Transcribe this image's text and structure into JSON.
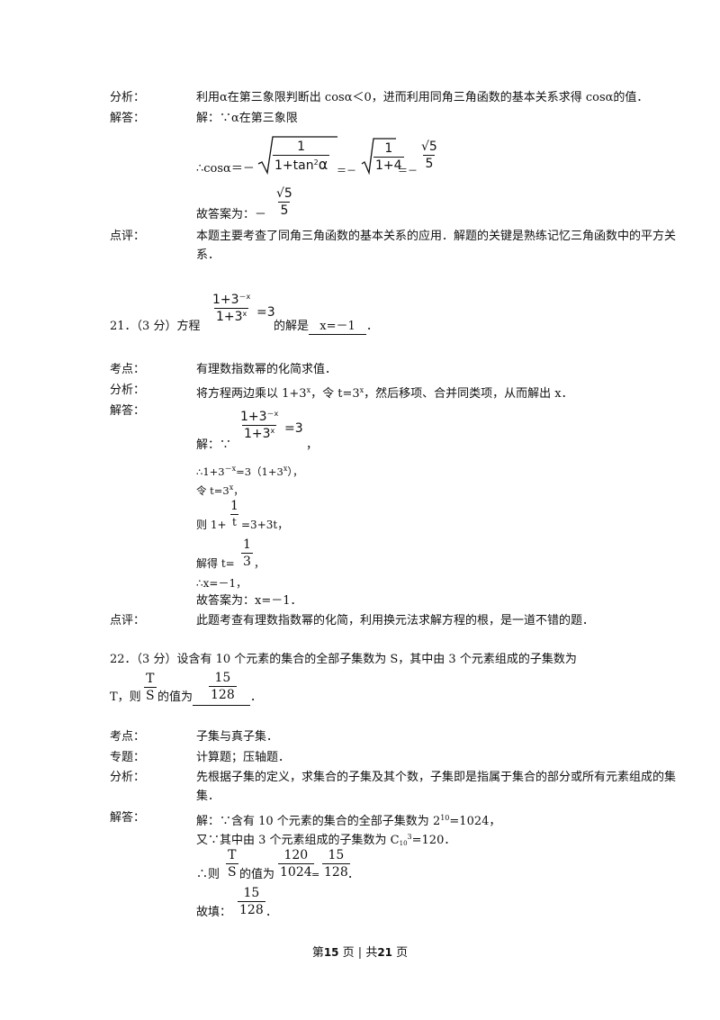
{
  "labels": {
    "fenxi": "分析：",
    "jieda": "解答：",
    "dianping": "点评：",
    "kaodian": "考点：",
    "zhuanti": "专题："
  },
  "q20": {
    "analysis_a": "利用α在第三象限判断出 cosα＜0，进而利用同角三角函数的基本关系求得 cosα的值．",
    "sol_line1": "解：∵α在第三象限",
    "cos_prefix": "∴cosα＝－",
    "num1": "1",
    "den1a": "1+tan",
    "den1b": "2",
    "den1c": "α",
    "eq_minus_1": "＝－",
    "num2": "1",
    "den2": "1+4",
    "eq_minus_2": "＝－",
    "num3": "5",
    "den3": "5",
    "answer_prefix": "故答案为：－",
    "ans_num": "5",
    "ans_den": "5",
    "comment_line1": "本题主要考查了同角三角函数的基本关系的应用．解题的关键是熟练记忆三角函数中的平方关",
    "comment_line2": "系．"
  },
  "q21": {
    "stem_prefix": "21．（3 分）方程",
    "eq_num_a": "1+3",
    "eq_num_b": "－x",
    "eq_den_a": "1+3",
    "eq_den_b": "x",
    "eq_rhs": "=3",
    "stem_suffix": "的解是",
    "answer": "x=－1",
    "stem_end": "．",
    "point": "有理数指数幂的化简求值．",
    "analysis_a": "将方程两边乘以 1+3",
    "analysis_sup1": "x",
    "analysis_b": "，令 t=3",
    "analysis_sup2": "x",
    "analysis_c": "，然后移项、合并同类项，从而解出 x．",
    "sol_prefix": "解：∵",
    "sol_comma": "，",
    "line2_a": "∴1+3",
    "line2_sup": "－x",
    "line2_b": "=3（1+3",
    "line2_sup2": "x",
    "line2_c": "），",
    "line3_a": "令 t=3",
    "line3_sup": "x",
    "line3_b": "，",
    "line4_a": "则 1+",
    "line4_num": "1",
    "line4_den": "t",
    "line4_b": "=3+3t，",
    "line5_a": "解得 t=",
    "line5_num": "1",
    "line5_den": "3",
    "line5_b": "，",
    "line6": "∴x=－1，",
    "line7": "故答案为：x=－1．",
    "comment": "此题考查有理数指数幂的化简，利用换元法求解方程的根，是一道不错的题．"
  },
  "q22": {
    "stem_line1": "22．（3 分）设含有 10 个元素的集合的全部子集数为 S，其中由 3 个元素组成的子集数为",
    "stem_prefix": "T，则",
    "ts_num": "T",
    "ts_den": "S",
    "stem_mid": "的值为",
    "ans_num": "15",
    "ans_den": "128",
    "stem_end": "．",
    "point": "子集与真子集．",
    "topic": "计算题；压轴题．",
    "analysis_line1": "先根据子集的定义，求集合的子集及其个数，子集即是指属于集合的部分或所有元素组成的集",
    "analysis_line2": "集．",
    "sol_line1_a": "解：∵含有 10 个元素的集合的全部子集数为 2",
    "sol_line1_sup": "10",
    "sol_line1_b": "=1024，",
    "sol_line2_a": "又∵其中由 3 个元素组成的子集数为 C",
    "sol_line2_sub": "10",
    "sol_line2_sup": "3",
    "sol_line2_b": "=120．",
    "then_prefix": "∴则",
    "then_num1": "T",
    "then_den1": "S",
    "then_mid": "的值为",
    "then_num2": "120",
    "then_den2": "1024",
    "then_eq": "=",
    "then_num3": "15",
    "then_den3": "128",
    "then_end": "．",
    "fill_prefix": "故填：",
    "fill_num": "15",
    "fill_den": "128",
    "fill_end": "．"
  },
  "footer": {
    "page_prefix": "第",
    "page_current": "15",
    "page_mid": "页 | 共",
    "page_total": "21",
    "page_suffix": "页"
  }
}
